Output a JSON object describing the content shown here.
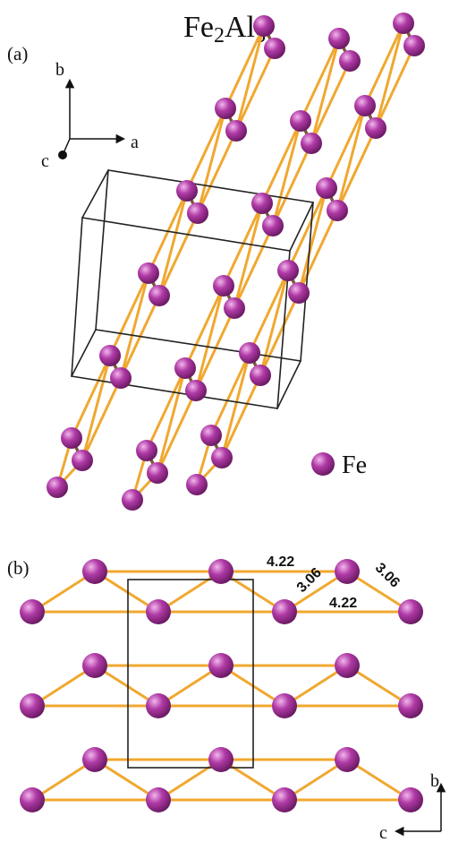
{
  "title": {
    "base1": "Fe",
    "sub1": "2",
    "base2": "Al",
    "sub2": "5"
  },
  "panels": [
    {
      "label": "(a)",
      "axes": [
        "b",
        "a",
        "c"
      ]
    },
    {
      "label": "(b)",
      "axes": [
        "b",
        "c"
      ]
    }
  ],
  "legend": {
    "element": "Fe",
    "color": "#b03aa6"
  },
  "distances": [
    {
      "value": "4.22"
    },
    {
      "value": "3.06"
    },
    {
      "value": "4.22"
    },
    {
      "value": "3.06"
    }
  ],
  "colors": {
    "atom": "#b03aa6",
    "bond": "#f0a830",
    "short_bond": "#7a5a3c",
    "cell": "#222222"
  }
}
